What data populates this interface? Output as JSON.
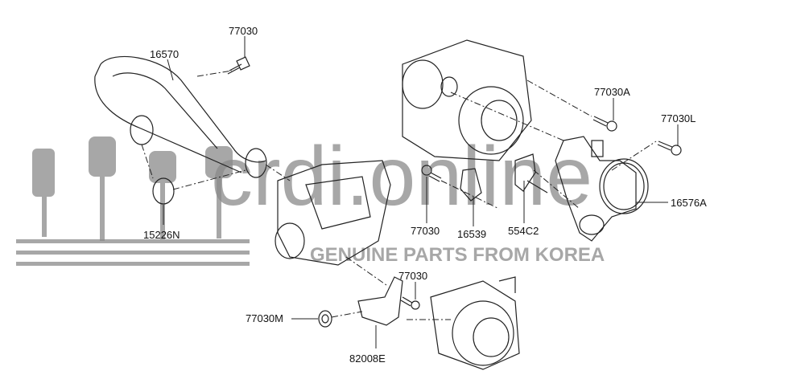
{
  "labels": {
    "bolt_top": "77030",
    "hose": "16570",
    "oring": "15226N",
    "bolt_a": "77030A",
    "bolt_l": "77030L",
    "throttle_body": "16576A",
    "bolt_mid": "77030",
    "bracket_16539": "16539",
    "sensor": "554C2",
    "bolt_low": "77030",
    "nut": "77030M",
    "bracket_82008": "82008E"
  },
  "watermark": {
    "site": "crdi.online",
    "tagline": "GENUINE PARTS FROM KOREA"
  }
}
